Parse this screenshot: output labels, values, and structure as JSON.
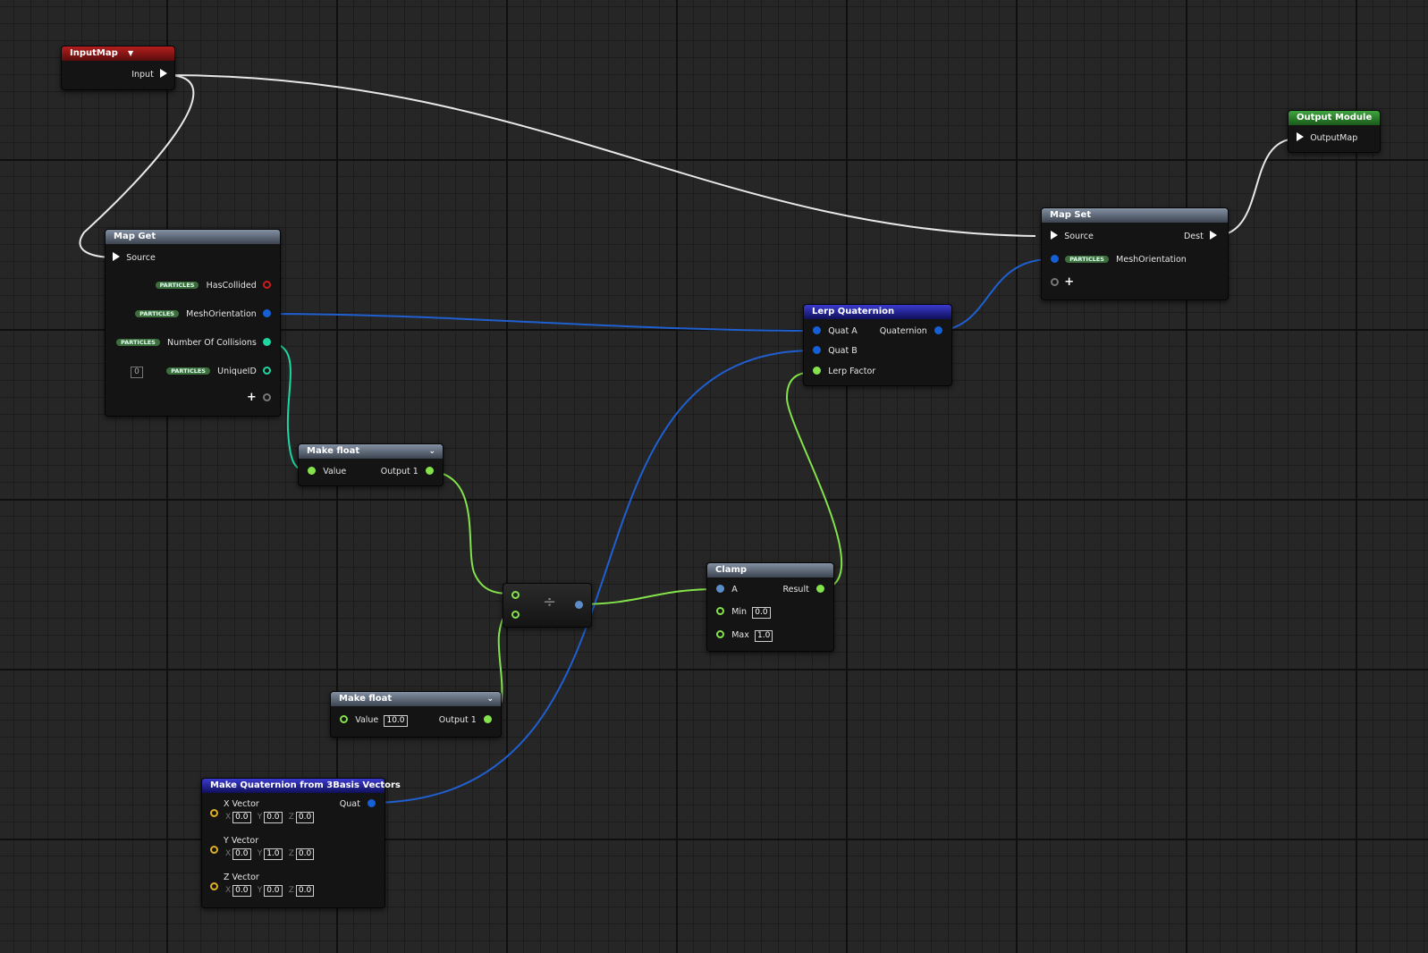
{
  "colors": {
    "exec": "#ffffff",
    "float": "#84e34a",
    "int": "#1fd6a0",
    "quat": "#1560d6",
    "bool": "#d11b1b",
    "vector": "#e0b020"
  },
  "nodes": {
    "input_map": {
      "title": "InputMap",
      "input_label": "Input"
    },
    "output_module": {
      "title": "Output Module",
      "output_map_label": "OutputMap"
    },
    "map_get": {
      "title": "Map Get",
      "source_label": "Source",
      "pill": "PARTICLES",
      "outputs": [
        "HasCollided",
        "MeshOrientation",
        "Number Of Collisions",
        "UniqueID"
      ],
      "unique_id_index": "0"
    },
    "map_set": {
      "title": "Map Set",
      "source_label": "Source",
      "dest_label": "Dest",
      "pill": "PARTICLES",
      "mesh_label": "MeshOrientation"
    },
    "lerp": {
      "title": "Lerp Quaternion",
      "quat_a": "Quat A",
      "quat_b": "Quat B",
      "lerp_factor": "Lerp Factor",
      "output": "Quaternion"
    },
    "make_float_1": {
      "title": "Make float",
      "value_label": "Value",
      "output_label": "Output 1"
    },
    "make_float_2": {
      "title": "Make float",
      "value_label": "Value",
      "value": "10.0",
      "output_label": "Output 1"
    },
    "divide": {
      "symbol": "÷"
    },
    "clamp": {
      "title": "Clamp",
      "a_label": "A",
      "min_label": "Min",
      "min_value": "0.0",
      "max_label": "Max",
      "max_value": "1.0",
      "result_label": "Result"
    },
    "make_quat": {
      "title": "Make Quaternion from 3Basis Vectors",
      "output_label": "Quat",
      "axis_labels": [
        "X",
        "Y",
        "Z"
      ],
      "vectors": [
        {
          "label": "X Vector",
          "x": "0.0",
          "y": "0.0",
          "z": "0.0"
        },
        {
          "label": "Y Vector",
          "x": "0.0",
          "y": "1.0",
          "z": "0.0"
        },
        {
          "label": "Z Vector",
          "x": "0.0",
          "y": "0.0",
          "z": "0.0"
        }
      ]
    }
  }
}
